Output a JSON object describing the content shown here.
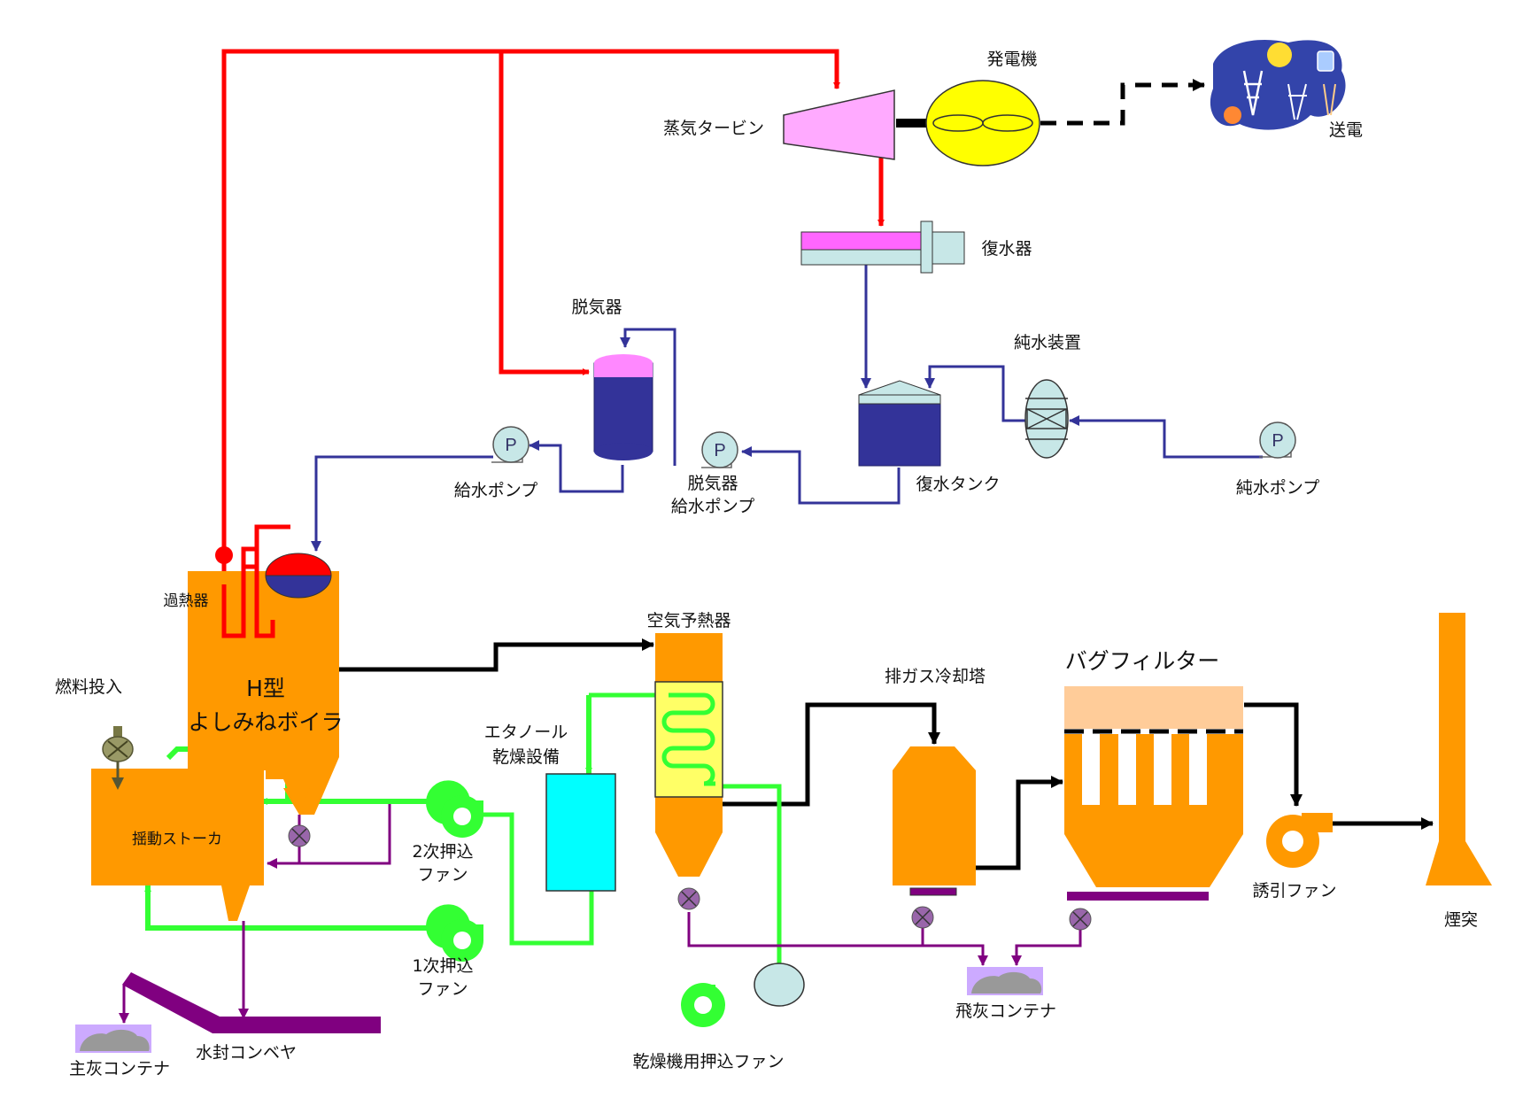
{
  "colors": {
    "steam": "#ff0000",
    "water": "#333399",
    "air": "#33ff33",
    "flue_gas": "#000000",
    "ash": "#800080",
    "equipment": "#ff9900"
  },
  "labels": {
    "generator": "発電機",
    "transmission": "送電",
    "steam_turbine": "蒸気タービン",
    "condenser": "復水器",
    "deaerator": "脱気器",
    "pure_water_unit": "純水装置",
    "feed_pump": "給水ポンプ",
    "deaerator_feed_pump_line1": "脱気器",
    "deaerator_feed_pump_line2": "給水ポンプ",
    "condensate_tank": "復水タンク",
    "pure_water_pump": "純水ポンプ",
    "superheater": "過熱器",
    "fuel_input": "燃料投入",
    "boiler_line1": "H型",
    "boiler_line2": "よしみねボイラ",
    "stoker": "揺動ストーカ",
    "secondary_fan_line1": "2次押込",
    "secondary_fan_line2": "ファン",
    "primary_fan_line1": "1次押込",
    "primary_fan_line2": "ファン",
    "air_preheater": "空気予熱器",
    "ethanol_dryer_line1": "エタノール",
    "ethanol_dryer_line2": "乾燥設備",
    "flue_gas_cooler": "排ガス冷却塔",
    "bag_filter": "バグフィルター",
    "induced_fan": "誘引ファン",
    "chimney": "煙突",
    "main_ash_container": "主灰コンテナ",
    "water_seal_conveyor": "水封コンベヤ",
    "dryer_fan": "乾燥機用押込ファン",
    "fly_ash_container": "飛灰コンテナ",
    "pump_symbol": "P"
  }
}
